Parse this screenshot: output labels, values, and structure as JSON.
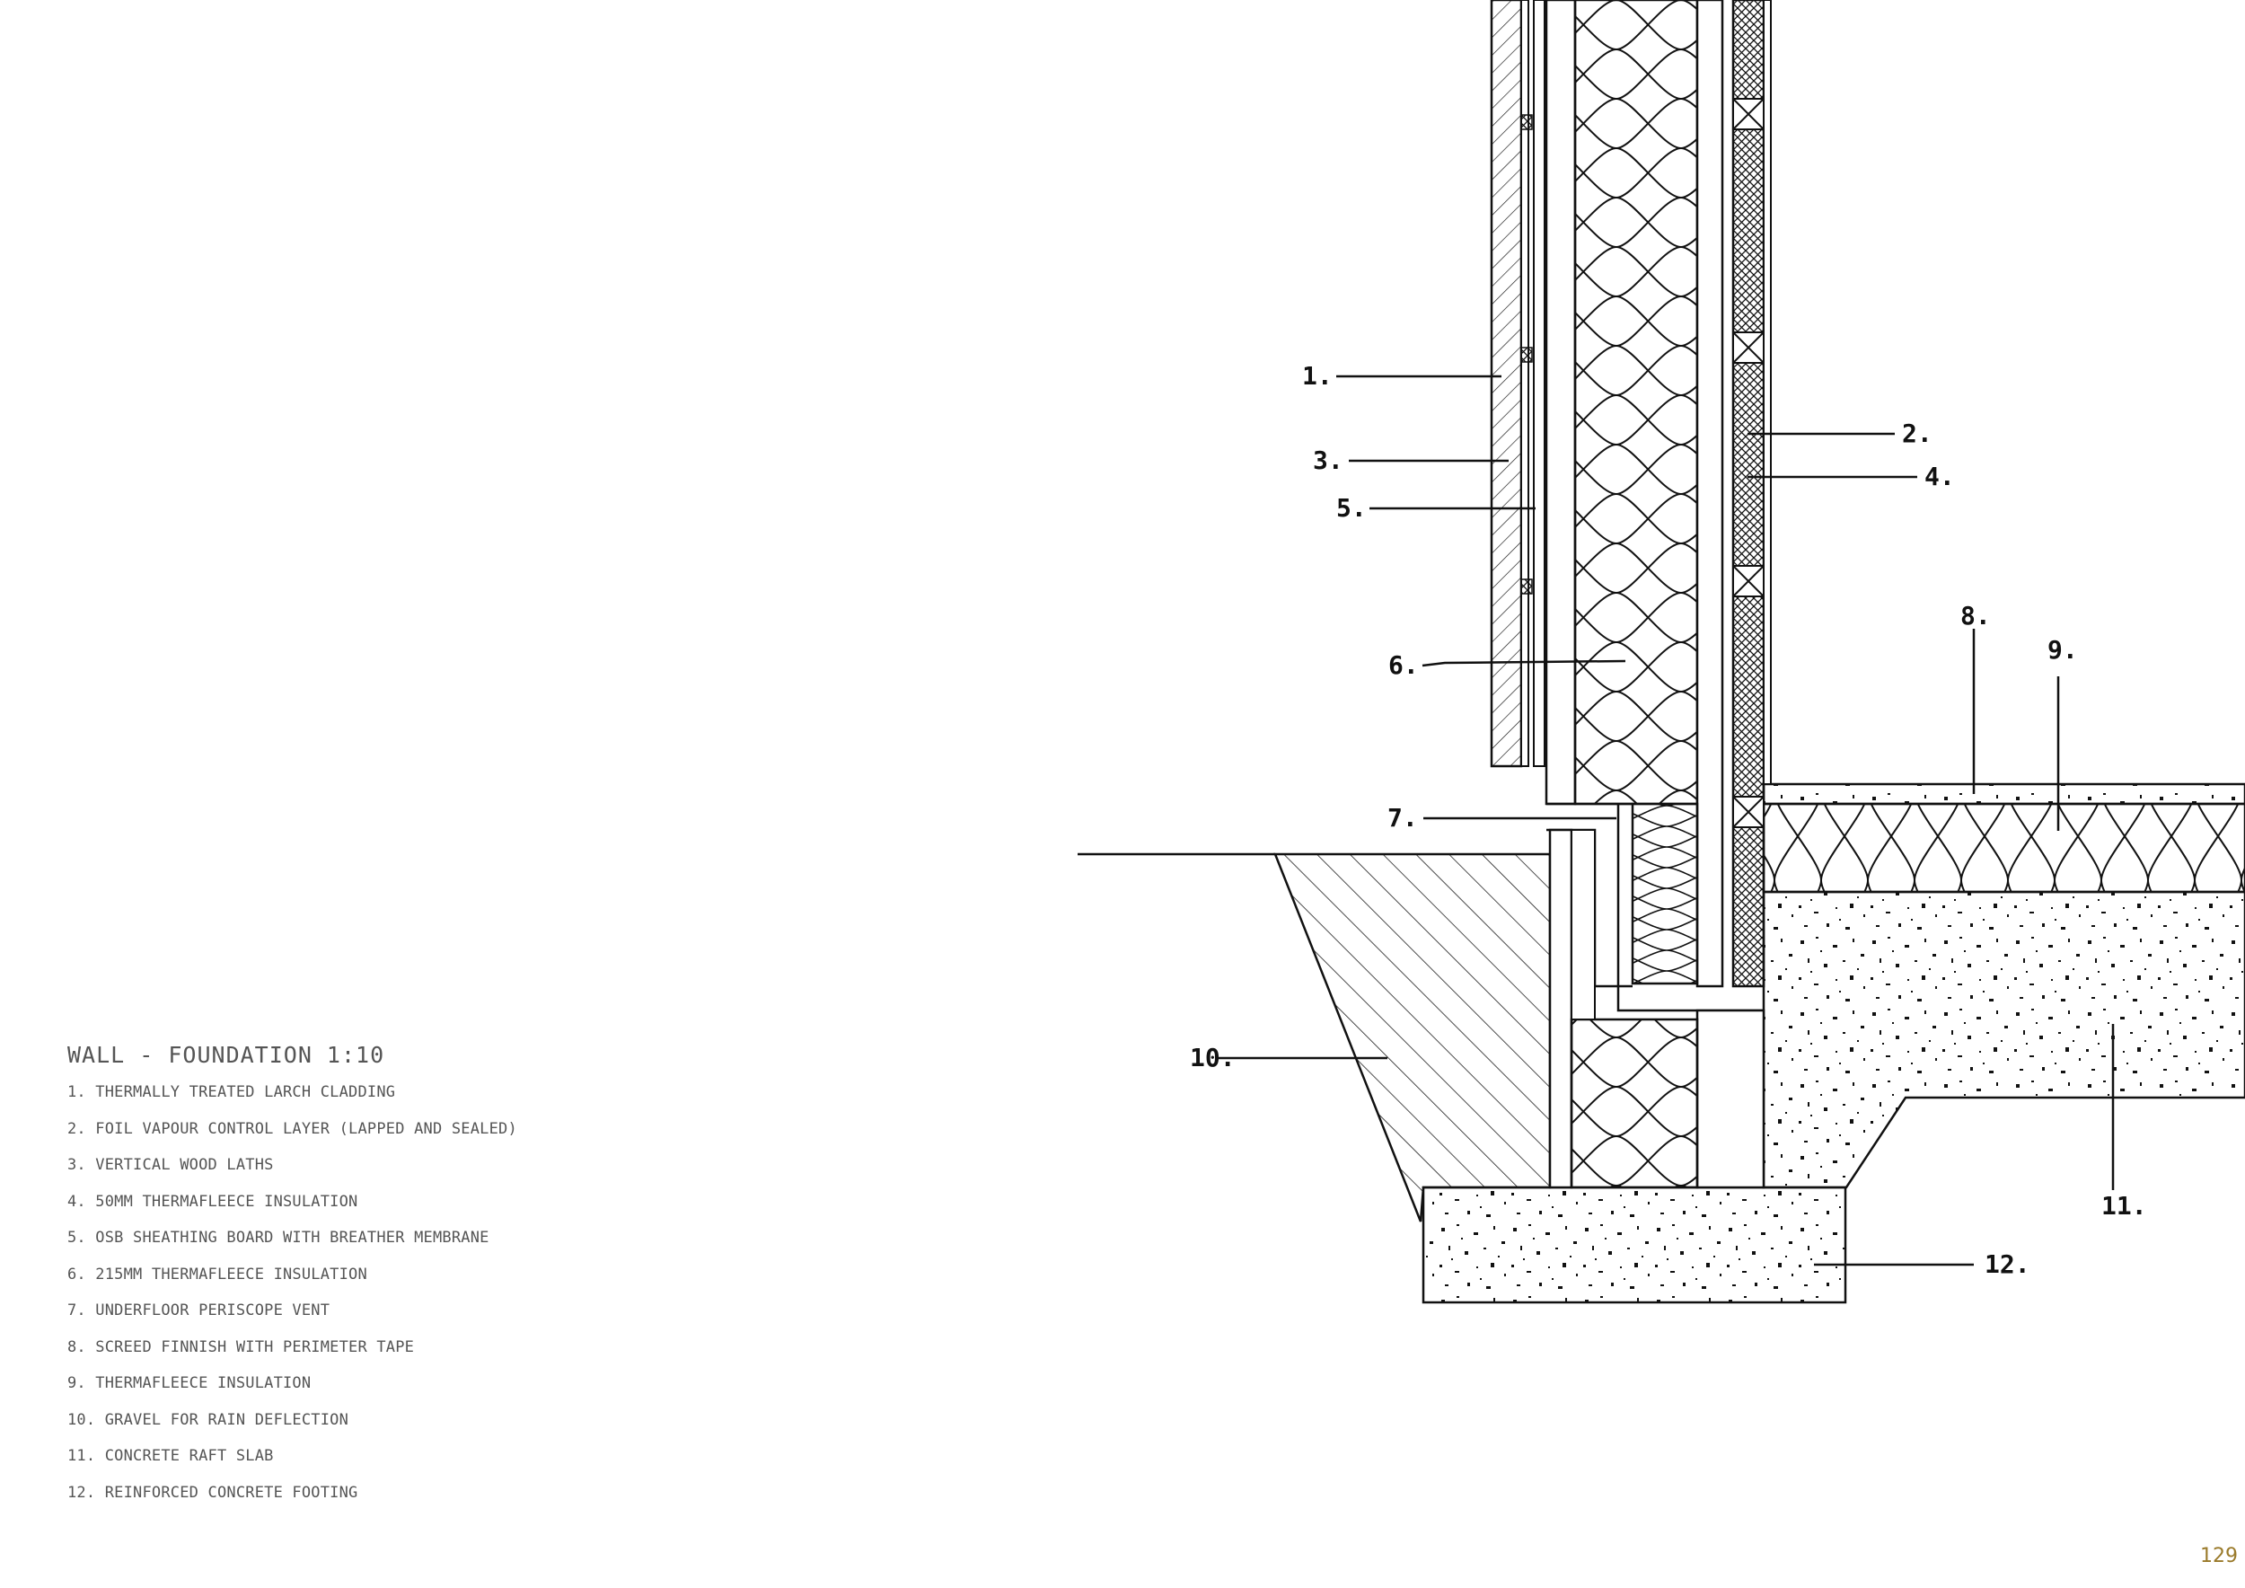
{
  "drawing": {
    "callouts": [
      "1.",
      "2.",
      "3.",
      "4.",
      "5.",
      "6.",
      "7.",
      "8.",
      "9.",
      "10.",
      "11.",
      "12."
    ]
  },
  "legend": {
    "title": "WALL - FOUNDATION 1:10",
    "items": [
      "1. THERMALLY TREATED LARCH CLADDING",
      "2. FOIL VAPOUR CONTROL LAYER (LAPPED AND SEALED)",
      "3. VERTICAL WOOD LATHS",
      "4. 50MM THERMAFLEECE INSULATION",
      "5. OSB SHEATHING BOARD WITH BREATHER MEMBRANE",
      "6. 215MM THERMAFLEECE INSULATION",
      "7. UNDERFLOOR PERISCOPE VENT",
      "8. SCREED FINNISH WITH PERIMETER TAPE",
      "9. THERMAFLEECE INSULATION",
      "10. GRAVEL FOR RAIN DEFLECTION",
      "11. CONCRETE RAFT SLAB",
      "12. REINFORCED CONCRETE FOOTING"
    ]
  },
  "page_number": "129",
  "colors": {
    "ink": "#111111",
    "legend_text": "#555555",
    "page_number": "#9a7a2a"
  }
}
